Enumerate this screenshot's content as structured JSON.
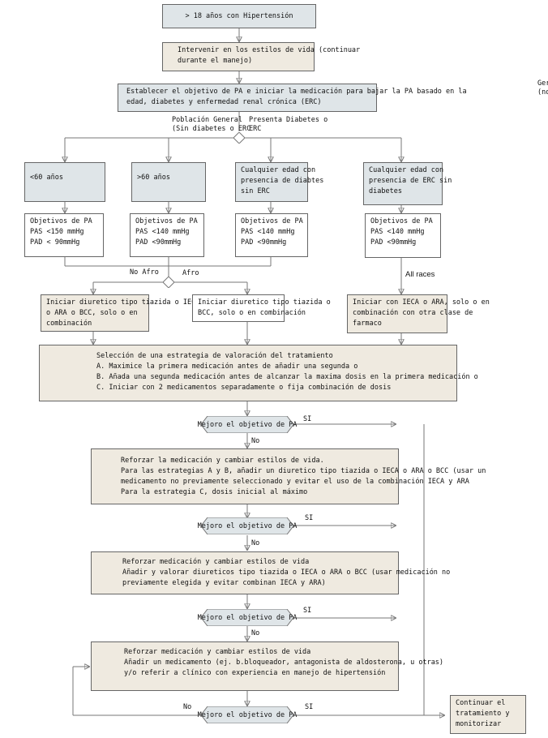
{
  "start": "> 18 años con Hipertensión",
  "lifestyle": [
    "Intervenir en los estilos de vida (continuar",
    "durante el manejo)"
  ],
  "objective": [
    "Establecer el objetivo de PA e iniciar la medicación para bajar la PA basado en la",
    "edad, diabetes y enfermedad renal crónica (ERC)"
  ],
  "branch_labels": {
    "general": [
      "Población General",
      "(Sin diabetes o ERC"
    ],
    "diabetes": [
      "Presenta Diabetes o",
      "ERC"
    ],
    "no_afro": "No Afro",
    "afro": "Afro",
    "all_races": "All races"
  },
  "edge_text": [
    "Ger",
    "(no"
  ],
  "groups": [
    {
      "title": [
        "<60 años"
      ],
      "goals": [
        "Objetivos de PA",
        "PAS <150 mmHg",
        "PAD < 90mmHg"
      ]
    },
    {
      "title": [
        ">60 años"
      ],
      "goals": [
        "Objetivos de PA",
        "PAS <140 mmHg",
        "PAD <90mmHg"
      ]
    },
    {
      "title": [
        "Cualquier edad con",
        "presencia de diabtes",
        "sin ERC"
      ],
      "goals": [
        "Objetivos de PA",
        "PAS <140 mmHg",
        "PAD <90mmHg"
      ]
    },
    {
      "title": [
        "Cualquier edad con",
        "presencia de ERC sin",
        "diabetes"
      ],
      "goals": [
        "Objetivos de PA",
        "PAS <140 mmHg",
        "PAD <90mmHg"
      ]
    }
  ],
  "treatments": [
    [
      "Iniciar diuretico tipo tiazida o IECA",
      "o ARA o BCC, solo o en",
      "combinación"
    ],
    [
      "Iniciar diuretico tipo tiazida o",
      "BCC, solo o en combinación"
    ],
    [
      "Iniciar con IECA o ARA, solo o en",
      "combinación con otra clase de",
      "farmaco"
    ]
  ],
  "strategy": [
    "Selección de una estrategia de valoración del tratamiento",
    "A.  Maximice la primera medicación antes de añadir una segunda o",
    "B.  Añada una segunda medicación antes de alcanzar la maxima dosis en la primera medicación o",
    "C.  Iniciar con 2 medicamentos separadamente o fija combinación de dosis"
  ],
  "decisions": [
    "Mejoro el objetivo de PA",
    "Mejoro el objetivo de PA",
    "Mejoro el objetivo de PA",
    "Mejoro el objetivo de PA"
  ],
  "si": "SI",
  "no": "No",
  "steps": [
    [
      "Reforzar la medicación y cambiar estilos de vida.",
      "Para las estrategias  A y B, añadir un diuretico tipo tiazida o IECA o ARA o BCC (usar un",
      "medicamento no previamente seleccionado y evitar el uso de la combinación IECA y ARA",
      "Para la estrategia C, dosis inicial al máximo"
    ],
    [
      "Reforzar medicación y cambiar estilos de vida",
      "Añadir y valorar diureticos tipo tiazida o IECA o ARA o BCC (usar medicación no",
      "previamente elegida y evitar combinan IECA y ARA)"
    ],
    [
      "Reforzar medicación y cambiar estilos de vida",
      "Añadir un medicamento (ej. b.bloqueador, antagonista de aldosterona, u otras)",
      "y/o referir a clínico con experiencia en manejo de hipertensión"
    ]
  ],
  "final": [
    "Continuar el",
    "tratamiento y",
    "monitorizar"
  ]
}
